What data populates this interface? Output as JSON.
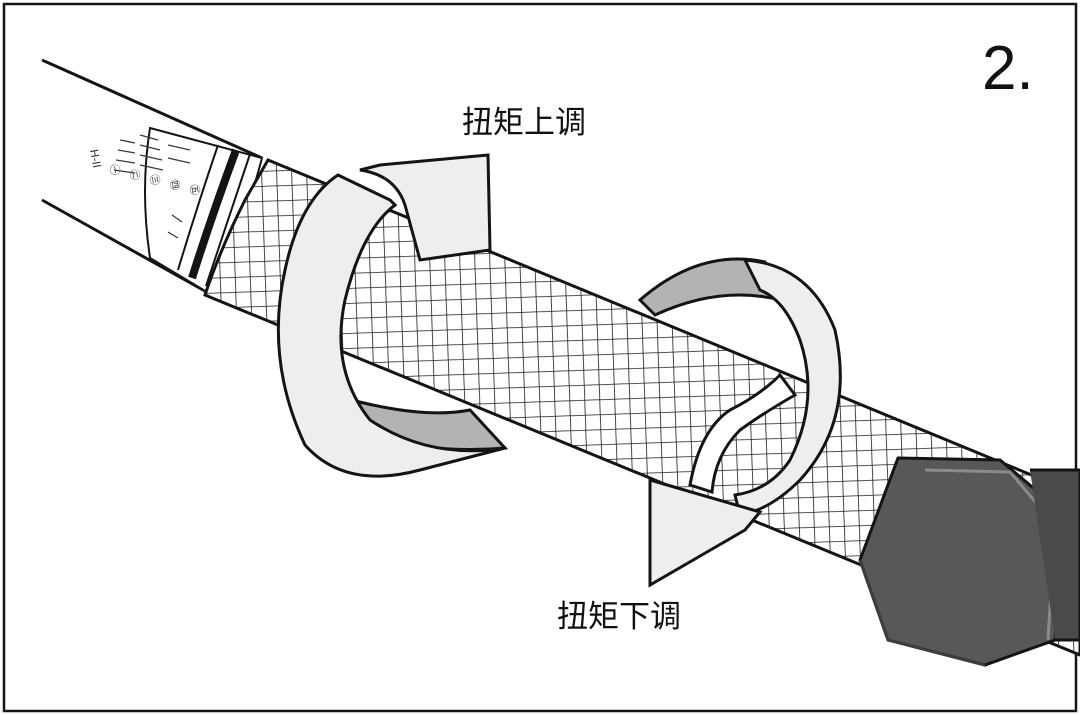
{
  "step_number": "2.",
  "labels": {
    "increase": "扭矩上调",
    "decrease": "扭矩下调"
  },
  "scale_marks": [
    "H-II",
    "㊀",
    "㊁",
    "㊂",
    "㊃",
    "㊄"
  ],
  "colors": {
    "outline": "#141414",
    "arrow_fill": "#eeeeee",
    "arrow_shadow": "#b3b3b3",
    "grip_background": "#ffffff",
    "head_fill": "#585858",
    "background": "#ffffff"
  },
  "icons": [
    "torque-wrench-icon",
    "rotate-up-arrow-icon",
    "rotate-down-arrow-icon"
  ]
}
